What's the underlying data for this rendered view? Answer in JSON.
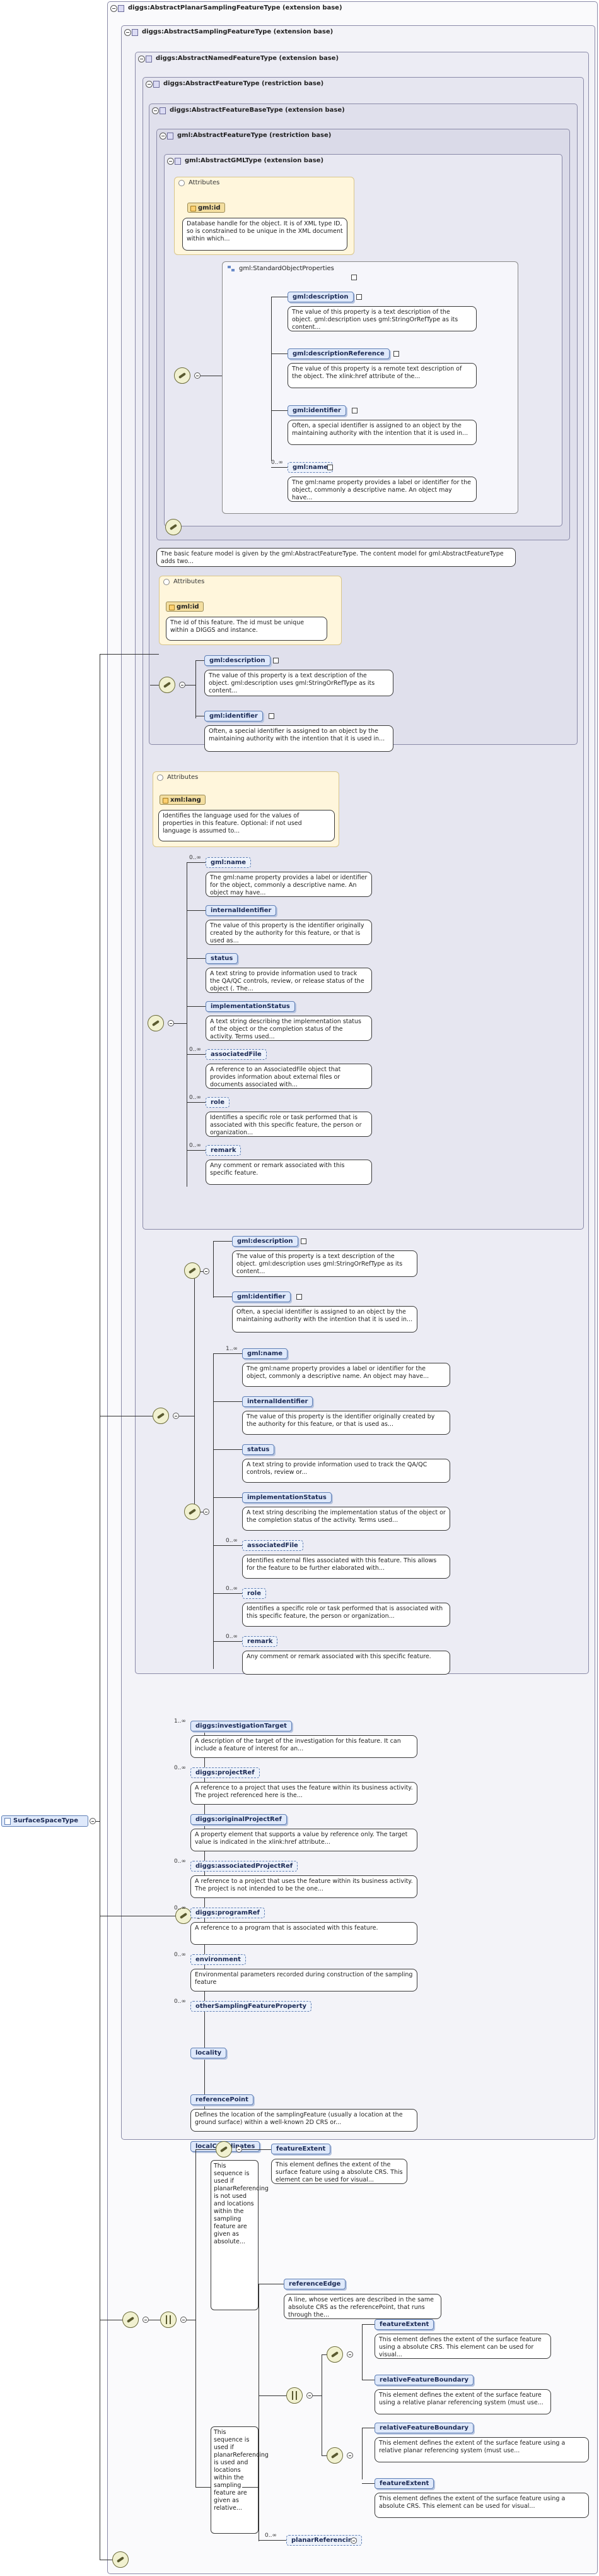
{
  "root": {
    "label": "SurfaceSpaceType"
  },
  "extensions": [
    {
      "label": "diggs:AbstractPlanarSamplingFeatureType (extension base)"
    },
    {
      "label": "diggs:AbstractSamplingFeatureType (extension base)"
    },
    {
      "label": "diggs:AbstractNamedFeatureType (extension base)"
    },
    {
      "label": "diggs:AbstractFeatureType (restriction base)"
    },
    {
      "label": "diggs:AbstractFeatureBaseType (extension base)"
    },
    {
      "label": "gml:AbstractFeatureType (restriction base)"
    },
    {
      "label": "gml:AbstractGMLType (extension base)"
    }
  ],
  "gml_block": {
    "attributes_title": "Attributes",
    "attr": "gml:id",
    "attr_desc": "Database handle for the object. It is of XML type ID, so is constrained to be unique in the XML document within which...",
    "group": "gml:StandardObjectProperties",
    "items": [
      {
        "name": "gml:description",
        "desc": "The value of this property is a text description of the object. gml:description uses gml:StringOrRefType as its content..."
      },
      {
        "name": "gml:descriptionReference",
        "desc": "The value of this property is a remote text description of the object. The xlink:href attribute of the..."
      },
      {
        "name": "gml:identifier",
        "desc": "Often, a special identifier is assigned to an object by the maintaining authority with the intention that it is used in..."
      },
      {
        "name": "gml:name",
        "card": "0..∞",
        "desc": "The gml:name property provides a label or identifier for the object, commonly a descriptive name. An object may have..."
      }
    ]
  },
  "feature_base_note": "The basic feature model is given by the gml:AbstractFeatureType. The content model for gml:AbstractFeatureType adds two...",
  "feature_base": {
    "attributes_title": "Attributes",
    "attr": "gml:id",
    "attr_desc": "The id of this feature. The id must be unique within a DIGGS and instance.",
    "items": [
      {
        "name": "gml:description",
        "desc": "The value of this property is a text description of the object. gml:description uses gml:StringOrRefType as its content..."
      },
      {
        "name": "gml:identifier",
        "desc": "Often, a special identifier is assigned to an object by the maintaining authority with the intention that it is used in..."
      }
    ]
  },
  "feature_type": {
    "attributes_title": "Attributes",
    "attr": "xml:lang",
    "attr_desc": "Identifies the language used for the values of properties in this feature. Optional: if not used language is assumed to...",
    "items": [
      {
        "name": "gml:name",
        "card": "0..∞",
        "desc": "The gml:name property provides a label or identifier for the object, commonly a descriptive name. An object may have..."
      },
      {
        "name": "internalIdentifier",
        "desc": "The value of this property is the identifier originally created by the authority for this feature, or that is used as..."
      },
      {
        "name": "status",
        "desc": "A text string to provide information used to track the QA/QC controls, review, or release status of the object (. The..."
      },
      {
        "name": "implementationStatus",
        "desc": "A text string describing the implementation status of the object or the completion status of the activity. Terms used..."
      },
      {
        "name": "associatedFile",
        "card": "0..∞",
        "desc": "A reference to an AssociatedFile object that provides information about external files or documents associated with..."
      },
      {
        "name": "role",
        "card": "0..∞",
        "desc": "Identifies a specific role or task performed that is associated with this specific feature, the person or organization..."
      },
      {
        "name": "remark",
        "card": "0..∞",
        "desc": "Any comment or remark associated with this specific feature."
      }
    ]
  },
  "named_feature": {
    "first": [
      {
        "name": "gml:description",
        "desc": "The value of this property is a text description of the object. gml:description uses gml:StringOrRefType as its content..."
      },
      {
        "name": "gml:identifier",
        "desc": "Often, a special identifier is assigned to an object by the maintaining authority with the intention that it is used in..."
      }
    ],
    "second": [
      {
        "name": "gml:name",
        "card": "1..∞",
        "desc": "The gml:name property provides a label or identifier for the object, commonly a descriptive name. An object may have..."
      },
      {
        "name": "internalIdentifier",
        "desc": "The value of this property is the identifier originally created by the authority for this feature, or that is used as..."
      },
      {
        "name": "status",
        "desc": "A text string to provide information used to track the QA/QC controls, review or..."
      },
      {
        "name": "implementationStatus",
        "desc": "A text string describing the implementation status of the object or the completion status of the activity. Terms used..."
      },
      {
        "name": "associatedFile",
        "card": "0..∞",
        "desc": "Identifies external files associated with this feature. This allows for the feature to be further elaborated with..."
      },
      {
        "name": "role",
        "card": "0..∞",
        "desc": "Identifies a specific role or task performed that is associated with this specific feature, the person or organization..."
      },
      {
        "name": "remark",
        "card": "0..∞",
        "desc": "Any comment or remark associated with this specific feature."
      }
    ]
  },
  "sampling": [
    {
      "name": "diggs:investigationTarget",
      "card": "1..∞",
      "desc": "A description of the target of the investigation for this feature. It can include a feature of interest for an..."
    },
    {
      "name": "diggs:projectRef",
      "card": "0..∞",
      "desc": "A reference to a project that uses the feature within its business activity. The project referenced here is the..."
    },
    {
      "name": "diggs:originalProjectRef",
      "desc": "A property element that supports a value by reference only. The target value is indicated in the xlink:href attribute..."
    },
    {
      "name": "diggs:associatedProjectRef",
      "card": "0..∞",
      "desc": "A reference to a project that uses the feature within its business activity. The project is not intended to be the one..."
    },
    {
      "name": "diggs:programRef",
      "card": "0..∞",
      "desc": "A reference to a program that is associated with this feature."
    },
    {
      "name": "environment",
      "card": "0..∞",
      "desc": "Environmental parameters recorded during construction of the sampling feature"
    },
    {
      "name": "otherSamplingFeatureProperty",
      "card": "0..∞"
    },
    {
      "name": "locality"
    },
    {
      "name": "referencePoint",
      "desc": "Defines the location of the samplingFeature (usually a location at the ground surface) within a well-known 2D CRS or..."
    },
    {
      "name": "localCoordinates"
    }
  ],
  "choice1": {
    "note": "This sequence is used if planarReferencing is not used and locations within the sampling feature are given as absolute...",
    "el": "featureExtent",
    "desc": "This element defines the extent of the surface feature using a absolute CRS. This element can be used for visual..."
  },
  "choice2": {
    "note": "This sequence is used if planarReferencing is used and locations within the sampling feature are given as relative...",
    "refEdge": "referenceEdge",
    "refEdgeDesc": "A line, whose vertices are described in the same absolute CRS as the referencePoint, that runs through the...",
    "a_items": [
      {
        "name": "featureExtent",
        "desc": "This element defines the extent of the surface feature using a absolute CRS. This element can be used for visual..."
      },
      {
        "name": "relativeFeatureBoundary",
        "desc": "This element defines the extent of the surface feature using a relative planar referencing system (must use..."
      }
    ],
    "b_items": [
      {
        "name": "relativeFeatureBoundary",
        "desc": "This element defines the extent of the surface feature using a relative planar referencing system (must use..."
      },
      {
        "name": "featureExtent",
        "desc": "This element defines the extent of the surface feature using a absolute CRS. This element can be used for visual..."
      }
    ],
    "planar": "planarReferencing",
    "planar_card": "0..∞"
  }
}
